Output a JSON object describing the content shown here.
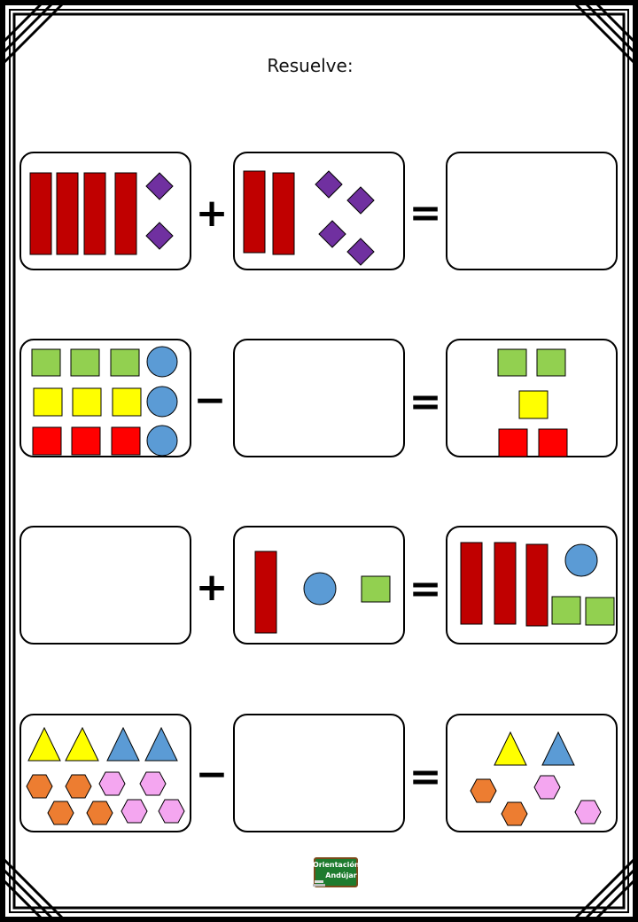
{
  "page": {
    "title": "Resuelve:",
    "logo": {
      "line1": "Orientación",
      "line2": "Andújar"
    }
  },
  "operators": {
    "plus": "+",
    "minus": "−",
    "equals": "="
  },
  "colors": {
    "bar_red": "#c00000",
    "diamond_purple": "#7030a0",
    "square_green": "#92d050",
    "square_yellow": "#ffff00",
    "square_red": "#ff0000",
    "circle_blue": "#5b9bd5",
    "triangle_yellow": "#ffff00",
    "triangle_blue": "#5b9bd5",
    "hex_orange": "#ed7d31",
    "hex_pink": "#f4a6f0",
    "logo_green": "#1e7b2e"
  },
  "exercises": [
    {
      "operator": "plus",
      "left": {
        "bars": 4,
        "diamonds": 2
      },
      "middle": {
        "bars": 2,
        "diamonds": 4
      },
      "result": "blank"
    },
    {
      "operator": "minus",
      "left": {
        "green_squares": 3,
        "yellow_squares": 3,
        "red_squares": 3,
        "blue_circles": 3
      },
      "middle": "blank",
      "result": {
        "green_squares": 2,
        "yellow_squares": 1,
        "red_squares": 2
      }
    },
    {
      "operator": "plus",
      "left": "blank",
      "middle": {
        "bars": 1,
        "blue_circles": 1,
        "green_squares": 1
      },
      "result": {
        "bars": 3,
        "blue_circles": 1,
        "green_squares": 2
      }
    },
    {
      "operator": "minus",
      "left": {
        "yellow_triangles": 2,
        "blue_triangles": 2,
        "orange_hexagons": 4,
        "pink_hexagons": 4
      },
      "middle": "blank",
      "result": {
        "yellow_triangles": 1,
        "blue_triangles": 1,
        "orange_hexagons": 2,
        "pink_hexagons": 2
      }
    }
  ]
}
